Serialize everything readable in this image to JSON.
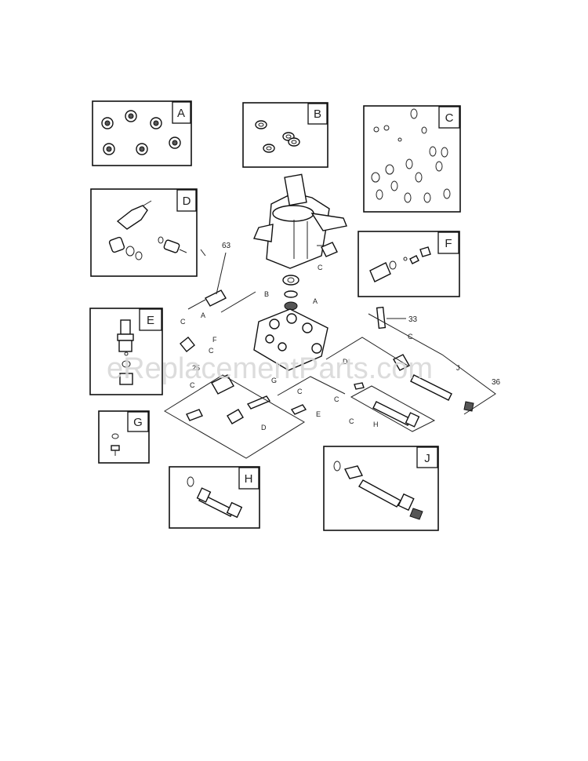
{
  "watermark": "eReplacementParts.com",
  "kits": {
    "a": "A",
    "b": "B",
    "c": "C",
    "d": "D",
    "e": "E",
    "f": "F",
    "g": "G",
    "h": "H",
    "j": "J"
  },
  "callouts": {
    "n63": "63",
    "n33": "33",
    "n36": "36",
    "n25": "25",
    "c": "C",
    "b": "B",
    "a": "A",
    "d": "D",
    "e": "E",
    "f": "F",
    "g": "G",
    "h": "H",
    "j": "J"
  }
}
